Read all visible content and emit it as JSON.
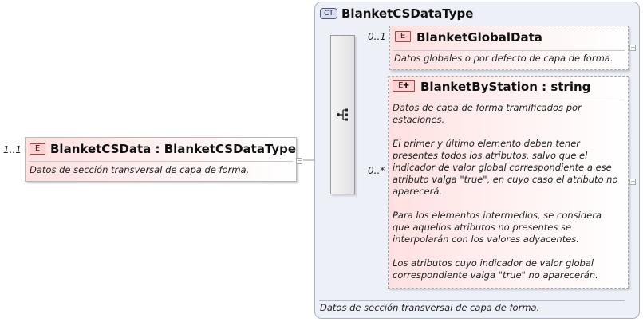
{
  "root": {
    "multiplicity": "1..1",
    "badge": "E",
    "title": "BlanketCSData : BlanketCSDataType",
    "description": "Datos de sección transversal de capa de forma."
  },
  "complex_type": {
    "badge": "CT",
    "title": "BlanketCSDataType",
    "description": "Datos de sección transversal de capa de forma."
  },
  "children": [
    {
      "multiplicity": "0..1",
      "badge": "E",
      "title": "BlanketGlobalData",
      "description": "Datos globales o por defecto de capa de forma."
    },
    {
      "multiplicity": "0..*",
      "badge": "E",
      "title": "BlanketByStation : string",
      "description_lines": [
        "Datos de capa de forma tramificados por",
        "estaciones.",
        "",
        "El primer y último elemento deben tener",
        "presentes todos los atributos, salvo que el",
        "indicador de valor global correspondiente a ese",
        "atributo valga \"true\", en cuyo caso el atributo no",
        "aparecerá.",
        "",
        "Para los elementos intermedios, se considera",
        "que aquellos atributos no presentes se",
        "interpolarán con los valores adyacentes.",
        "",
        "Los atributos cuyo indicador de valor global",
        "correspondiente valga \"true\" no aparecerán."
      ]
    }
  ],
  "icons": {
    "sequence": "sequence-compositor-icon",
    "expand": "plus-icon",
    "collapse": "minus-icon",
    "attributes": "attributes-plus-icon"
  },
  "colors": {
    "element_gradient_start": "#ffe0e0",
    "element_badge_border": "#a54848",
    "complex_type_background": "#eef0f8",
    "complex_type_border": "#a9b0c8"
  }
}
